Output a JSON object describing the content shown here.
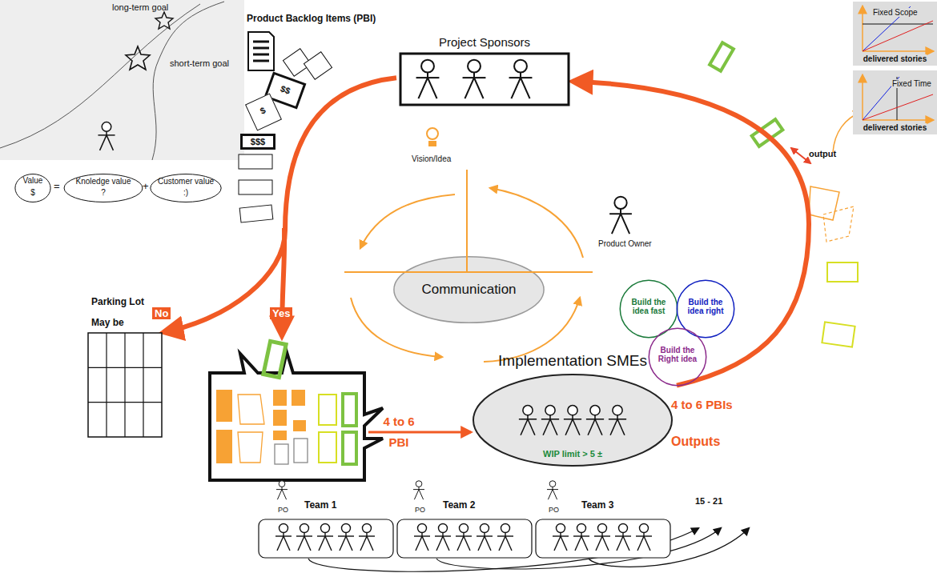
{
  "diagram": {
    "nodes": [
      {
        "text": [
          "Value",
          "$"
        ]
      },
      {
        "text": [
          "Knoledge value",
          "?"
        ]
      },
      {
        "text": [
          "Customer value",
          ":)"
        ]
      },
      {
        "text": [
          "$$"
        ]
      },
      {
        "text": [
          "$"
        ]
      },
      {
        "text": [
          "$$$"
        ]
      },
      {
        "text": [
          "Project Sponsors"
        ]
      },
      {
        "text": [
          "Fixed Scope",
          "delivered stories"
        ]
      },
      {
        "text": [
          "Fixed Time",
          "delivered stories"
        ]
      },
      {
        "text": [
          "Communication"
        ]
      },
      {
        "text": [
          "Build the idea fast"
        ]
      },
      {
        "text": [
          "Build the idea right"
        ]
      },
      {
        "text": [
          "Build the Right idea"
        ]
      },
      {
        "text": [
          "Parking Lot",
          "May be"
        ]
      },
      {
        "text": [
          "Implementation SMEs",
          "WIP limit > 5 ±"
        ]
      },
      {
        "text": [
          "Team 1"
        ]
      },
      {
        "text": [
          "Team 2"
        ]
      },
      {
        "text": [
          "Team 3"
        ]
      }
    ],
    "edges": [
      {
        "from": 6,
        "to": 13,
        "arrow": "to",
        "label": "No"
      },
      {
        "from": 14,
        "to": 6,
        "arrow": "to",
        "label": "4 to 6 PBIs"
      }
    ],
    "labels": [
      "long-term goal",
      "short-term goal",
      "=",
      "+",
      "Product Backlog Items (PBI)",
      "Vision/Idea",
      "Product Owner",
      "Yes",
      "4 to 6 PBI",
      "Outputs",
      "output",
      "PO",
      "PO",
      "PO",
      "15 - 21"
    ]
  }
}
